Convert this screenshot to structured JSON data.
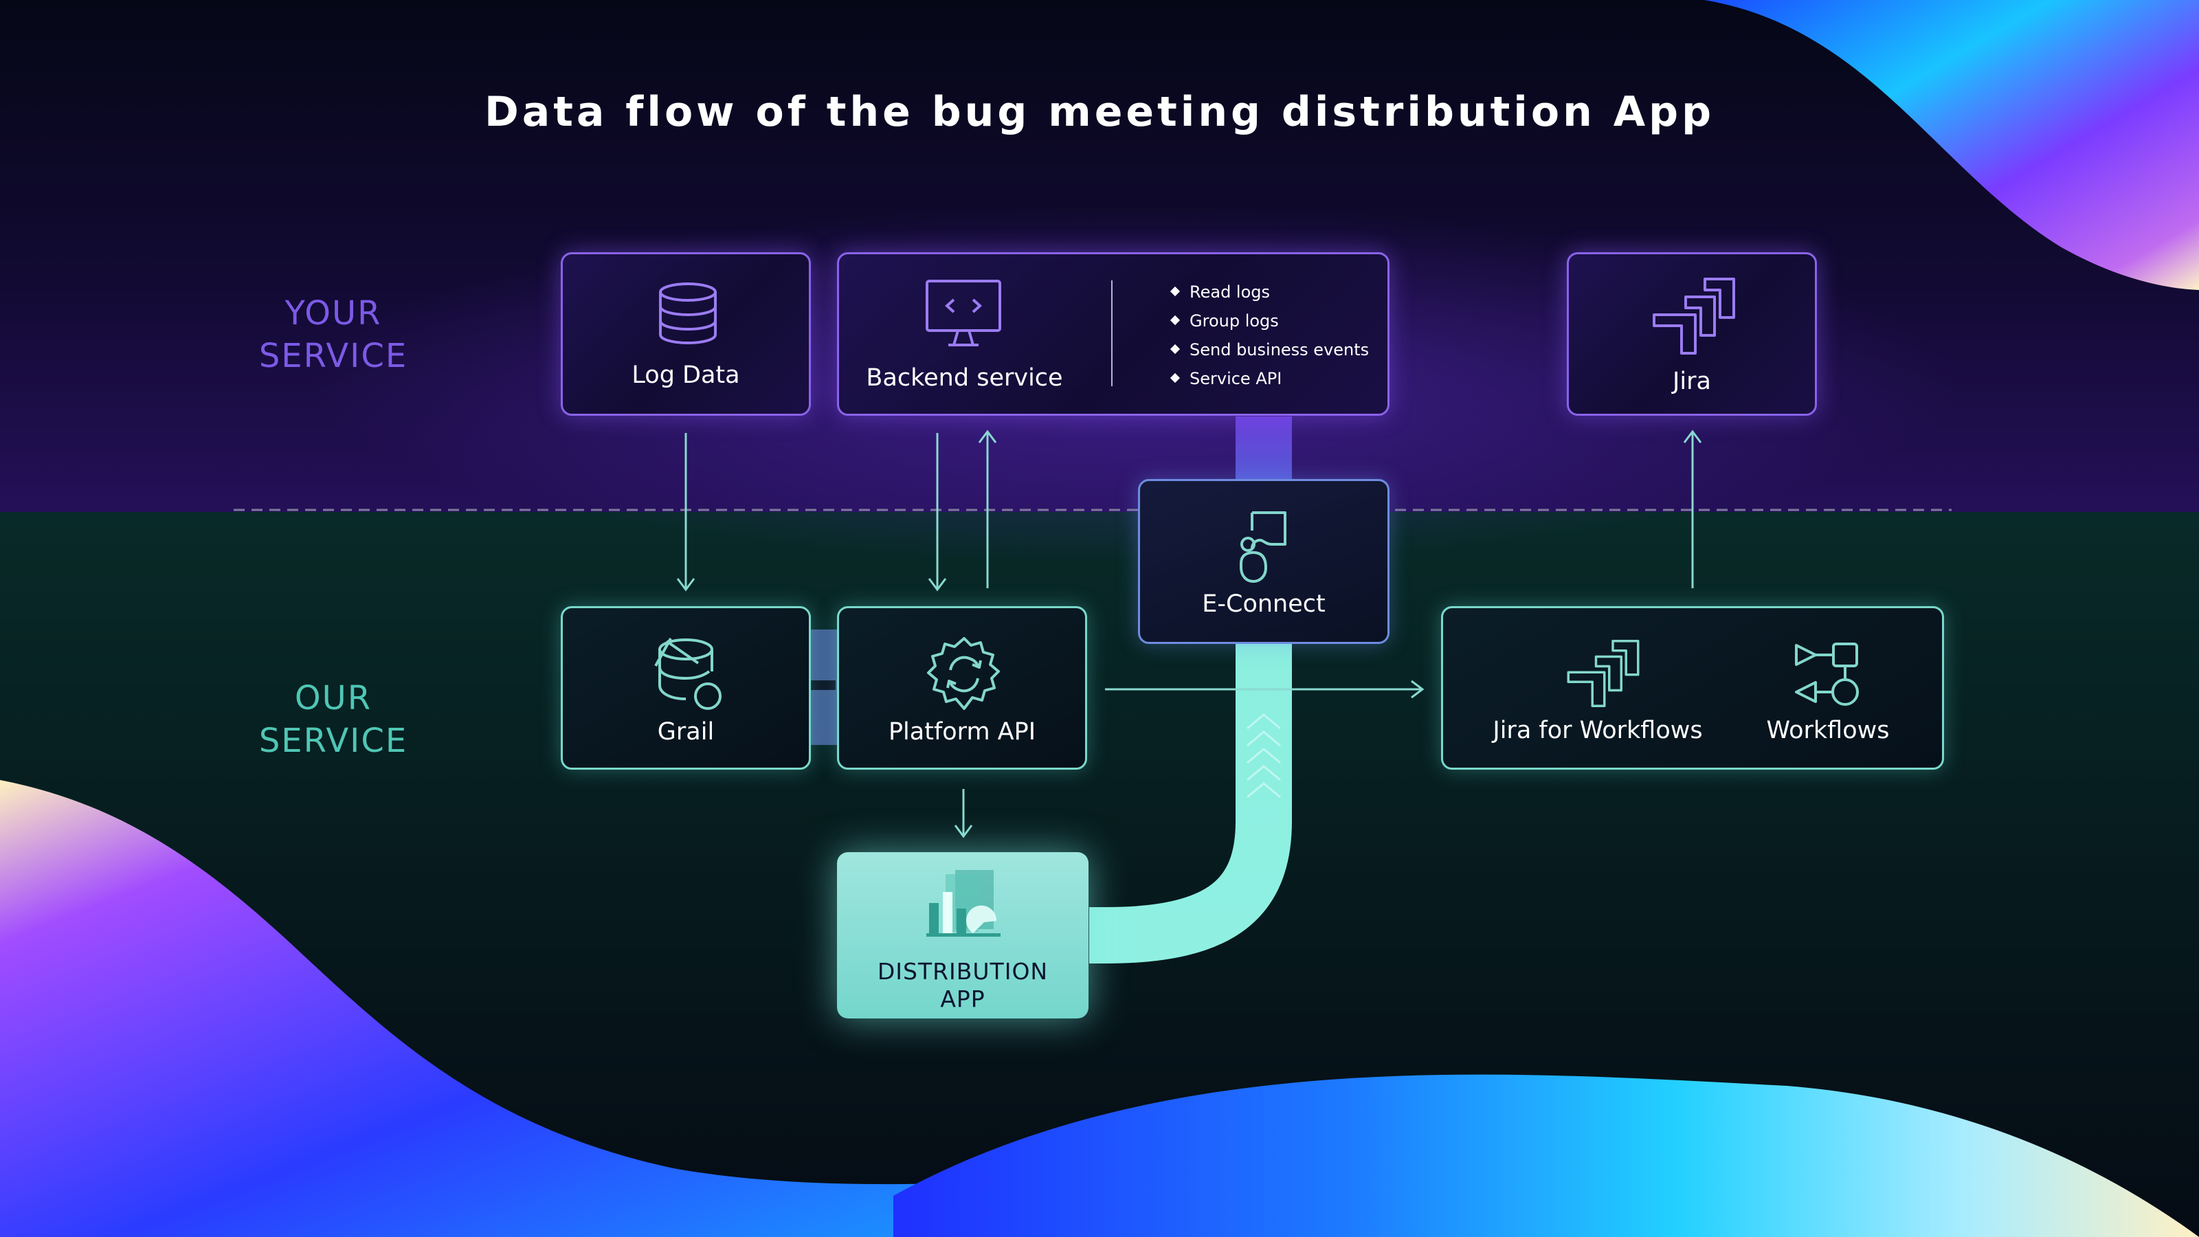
{
  "title": "Data flow of the bug meeting distribution App",
  "zones": {
    "your_service": {
      "line1": "YOUR",
      "line2": "SERVICE"
    },
    "our_service": {
      "line1": "OUR",
      "line2": "SERVICE"
    }
  },
  "nodes": {
    "log_data": {
      "label": "Log Data",
      "icon": "database-icon"
    },
    "backend_service": {
      "label": "Backend service",
      "icon": "monitor-code-icon",
      "bullets": [
        "Read logs",
        "Group logs",
        "Send business events",
        "Service API"
      ]
    },
    "jira": {
      "label": "Jira",
      "icon": "jira-icon"
    },
    "e_connect": {
      "label": "E-Connect",
      "icon": "e-connect-plug-icon"
    },
    "grail": {
      "label": "Grail",
      "icon": "grail-icon"
    },
    "platform_api": {
      "label": "Platform API",
      "icon": "gear-sync-icon"
    },
    "jira_for_workflows": {
      "label": "Jira for Workflows",
      "icon": "jira-icon"
    },
    "workflows": {
      "label": "Workflows",
      "icon": "workflow-nodes-icon"
    },
    "distribution_app": {
      "line1": "DISTRIBUTION",
      "line2": "APP",
      "icon": "chart-app-icon"
    }
  },
  "colors": {
    "your_service_accent": "#7c5ae6",
    "our_service_accent": "#4fc7b5",
    "pipe": "#8ff0e2",
    "top_band": "#1a0d44",
    "bottom_band": "#072422"
  }
}
